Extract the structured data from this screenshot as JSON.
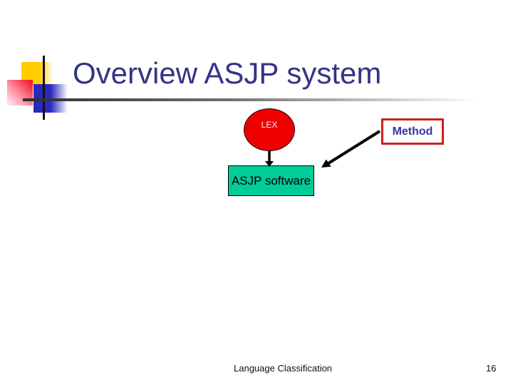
{
  "slide": {
    "title": "Overview ASJP system",
    "footer": "Language Classification",
    "page_number": "16"
  },
  "diagram": {
    "lex_label": "LEX",
    "method_label": "Method",
    "software_label": "ASJP software",
    "connections": [
      {
        "from": "lex-ellipse",
        "to": "software-box",
        "type": "arrow-down"
      },
      {
        "from": "method-box",
        "to": "software-box",
        "type": "arrow-diagonal"
      }
    ]
  },
  "colors": {
    "title_text": "#333387",
    "lex_fill": "#ee0000",
    "lex_text": "#ffeeee",
    "software_fill": "#00cc99",
    "method_border": "#cc2020",
    "method_text": "#3333aa",
    "deco_yellow": "#ffcc00",
    "deco_red": "#ee2233",
    "deco_blue": "#2929c0",
    "arrow": "#000000"
  }
}
